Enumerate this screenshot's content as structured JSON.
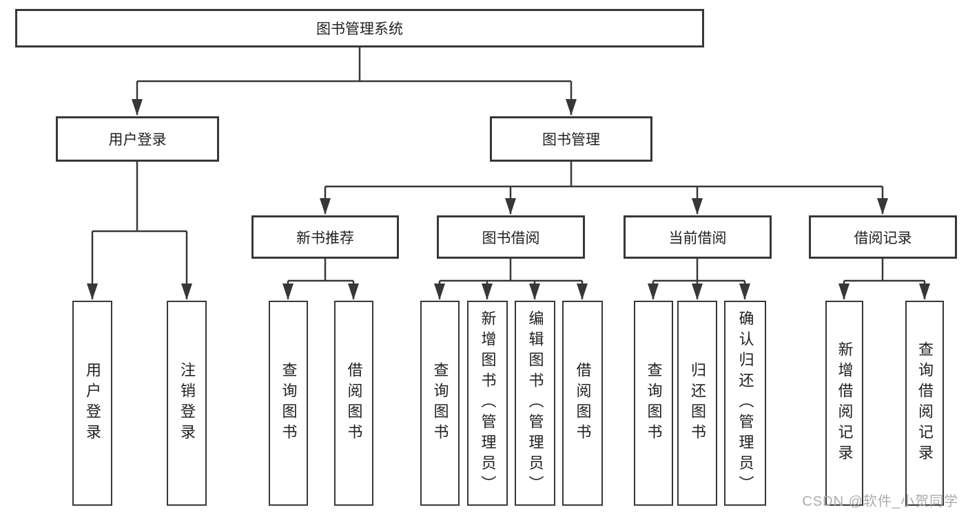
{
  "diagram": {
    "background": "#ffffff",
    "colors": {
      "line": "#373737",
      "text": "#212121",
      "watermark": "#acacac",
      "background": "#ffffff"
    },
    "watermark": "CSDN @软件_小贺同学",
    "tree": {
      "label": "图书管理系统",
      "children": [
        {
          "label": "用户登录",
          "children": [
            {
              "label": "用户登录"
            },
            {
              "label": "注销登录"
            }
          ]
        },
        {
          "label": "图书管理",
          "children": [
            {
              "label": "新书推荐",
              "children": [
                {
                  "label": "查询图书"
                },
                {
                  "label": "借阅图书"
                }
              ]
            },
            {
              "label": "图书借阅",
              "children": [
                {
                  "label": "查询图书"
                },
                {
                  "label": "新增图书（管理员）"
                },
                {
                  "label": "编辑图书（管理员）"
                },
                {
                  "label": "借阅图书"
                }
              ]
            },
            {
              "label": "当前借阅",
              "children": [
                {
                  "label": "查询图书"
                },
                {
                  "label": "归还图书"
                },
                {
                  "label": "确认归还（管理员）"
                }
              ]
            },
            {
              "label": "借阅记录",
              "children": [
                {
                  "label": "新增借阅记录"
                },
                {
                  "label": "查询借阅记录"
                }
              ]
            }
          ]
        }
      ]
    }
  }
}
